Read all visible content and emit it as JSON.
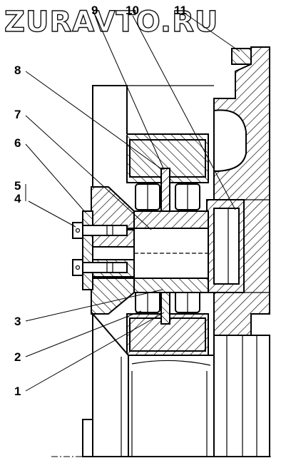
{
  "watermark": "ZURAVTO.RU",
  "callouts": {
    "c1": "1",
    "c2": "2",
    "c3": "3",
    "c4": "4",
    "c5": "5",
    "c6": "6",
    "c7": "7",
    "c8": "8",
    "c9": "9",
    "c10": "10",
    "c11": "11"
  },
  "colors": {
    "line": "#000000",
    "background": "#ffffff"
  }
}
